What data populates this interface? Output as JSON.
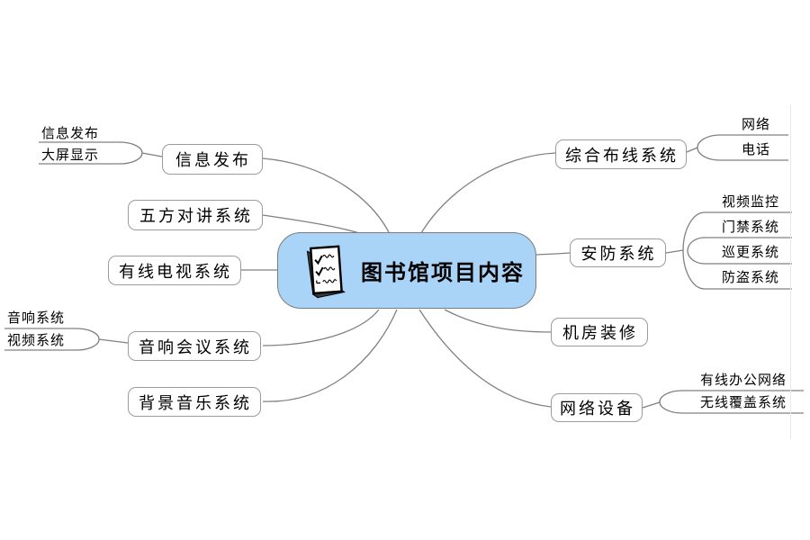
{
  "central_node": {
    "label": "图书馆项目内容",
    "icon": "checklist-icon"
  },
  "left_branches": [
    {
      "label": "信息发布",
      "children": [
        "信息发布",
        "大屏显示"
      ]
    },
    {
      "label": "五方对讲系统",
      "children": []
    },
    {
      "label": "有线电视系统",
      "children": []
    },
    {
      "label": "音响会议系统",
      "children": [
        "音响系统",
        "视频系统"
      ]
    },
    {
      "label": "背景音乐系统",
      "children": []
    }
  ],
  "right_branches": [
    {
      "label": "综合布线系统",
      "children": [
        "网络",
        "电话"
      ]
    },
    {
      "label": "安防系统",
      "children": [
        "视频监控",
        "门禁系统",
        "巡更系统",
        "防盗系统"
      ]
    },
    {
      "label": "机房装修",
      "children": []
    },
    {
      "label": "网络设备",
      "children": [
        "有线办公网络",
        "无线覆盖系统"
      ]
    }
  ],
  "colors": {
    "central_fill": "#a9d3f7",
    "node_border": "#9b9b9b",
    "line": "#808080",
    "text": "#000000"
  }
}
